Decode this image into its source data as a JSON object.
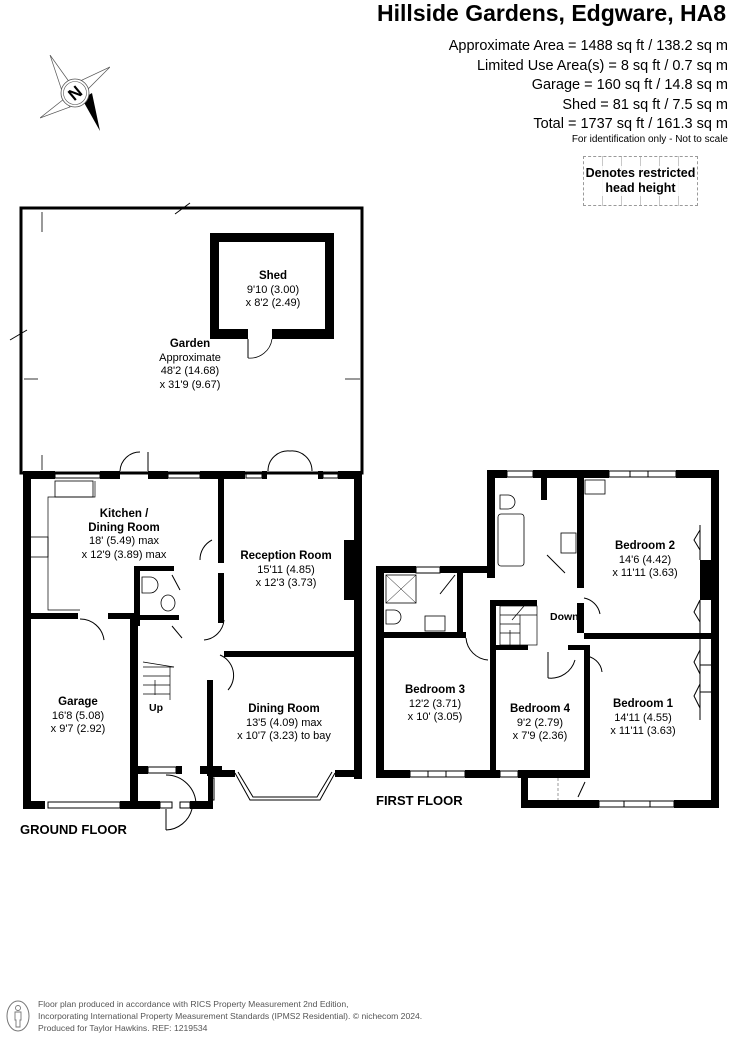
{
  "header": {
    "title": "Hillside Gardens, Edgware, HA8",
    "areas": [
      "Approximate Area = 1488 sq ft / 138.2 sq m",
      "Limited Use Area(s) = 8 sq ft / 0.7 sq m",
      "Garage = 160 sq ft / 14.8 sq m",
      "Shed = 81 sq ft / 7.5 sq m",
      "Total = 1737 sq ft / 161.3 sq m"
    ],
    "disclaimer": "For identification only - Not to scale"
  },
  "legend": {
    "restricted_head_height": "Denotes restricted head height"
  },
  "compass": {
    "icon": "north-compass-icon",
    "letter": "N"
  },
  "ground_floor": {
    "label": "GROUND FLOOR",
    "rooms": [
      {
        "name": "Garden",
        "dims": [
          "Approximate",
          "48'2 (14.68)",
          "x 31'9 (9.67)"
        ]
      },
      {
        "name": "Shed",
        "dims": [
          "9'10 (3.00)",
          "x 8'2 (2.49)"
        ]
      },
      {
        "name": "Kitchen / Dining Room",
        "name_lines": [
          "Kitchen /",
          "Dining Room"
        ],
        "dims": [
          "18' (5.49) max",
          "x 12'9 (3.89) max"
        ]
      },
      {
        "name": "Reception Room",
        "dims": [
          "15'11 (4.85)",
          "x 12'3 (3.73)"
        ]
      },
      {
        "name": "Garage",
        "dims": [
          "16'8 (5.08)",
          "x 9'7 (2.92)"
        ]
      },
      {
        "name": "Dining Room",
        "dims": [
          "13'5 (4.09) max",
          "x 10'7 (3.23) to bay"
        ]
      }
    ],
    "stairs_label": "Up"
  },
  "first_floor": {
    "label": "FIRST FLOOR",
    "rooms": [
      {
        "name": "Bedroom 2",
        "dims": [
          "14'6 (4.42)",
          "x 11'11 (3.63)"
        ]
      },
      {
        "name": "Bedroom 3",
        "dims": [
          "12'2 (3.71)",
          "x 10' (3.05)"
        ]
      },
      {
        "name": "Bedroom 4",
        "dims": [
          "9'2 (2.79)",
          "x 7'9 (2.36)"
        ]
      },
      {
        "name": "Bedroom 1",
        "dims": [
          "14'11 (4.55)",
          "x 11'11 (3.63)"
        ]
      }
    ],
    "stairs_label": "Down"
  },
  "footer": {
    "icon": "person-info-icon",
    "lines": [
      "Floor plan produced in accordance with RICS Property Measurement 2nd Edition,",
      "Incorporating International Property Measurement Standards (IPMS2 Residential).   © nichecom 2024.",
      "Produced for Taylor Hawkins.   REF: 1219534"
    ]
  },
  "colors": {
    "wall": "#000000",
    "background": "#ffffff",
    "footer_text": "#555555",
    "dashed": "#9a9a9a"
  }
}
